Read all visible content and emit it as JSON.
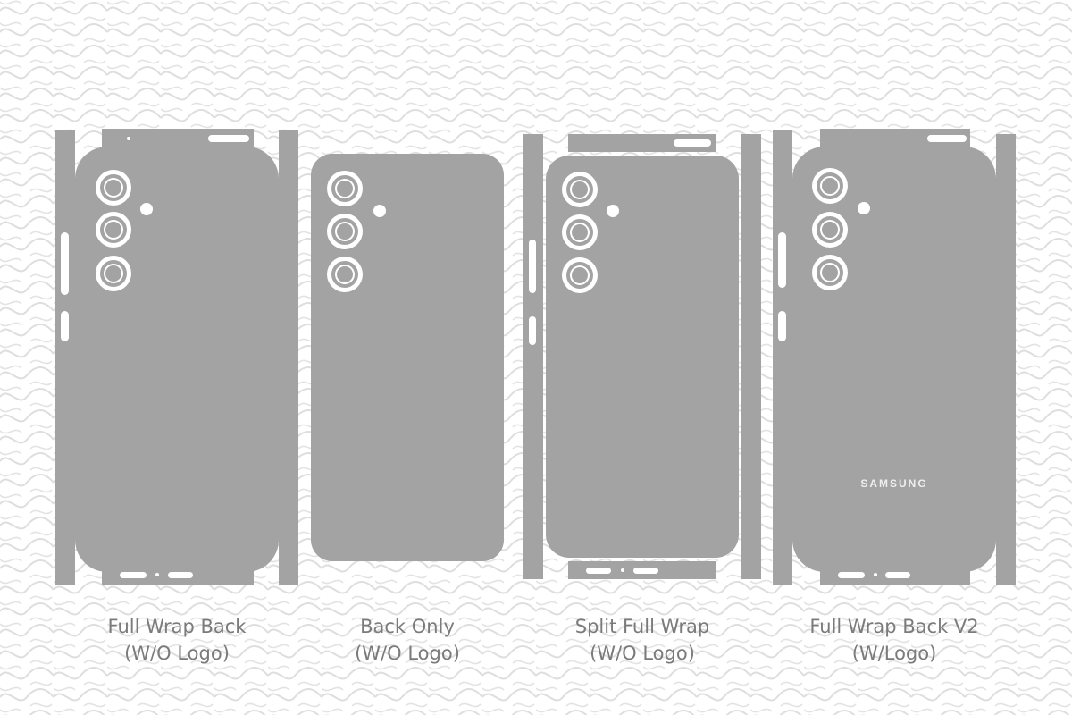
{
  "colors": {
    "background": "#ffffff",
    "pattern": "#d9d9d9",
    "skin": "#a3a3a3",
    "cutout": "#ffffff",
    "caption": "#7b7b7b"
  },
  "background_pattern": {
    "icon": "svecra-wave-pattern-icon"
  },
  "templates": [
    {
      "id": "full-wrap-back",
      "caption_line1": "Full Wrap Back",
      "caption_line2": "(W/O Logo)",
      "logo": ""
    },
    {
      "id": "back-only",
      "caption_line1": "Back Only",
      "caption_line2": "(W/O Logo)",
      "logo": ""
    },
    {
      "id": "split-full-wrap",
      "caption_line1": "Split Full Wrap",
      "caption_line2": "(W/O Logo)",
      "logo": ""
    },
    {
      "id": "full-wrap-back-v2",
      "caption_line1": "Full Wrap Back V2",
      "caption_line2": "(W/Logo)",
      "logo": "SAMSUNG"
    }
  ]
}
